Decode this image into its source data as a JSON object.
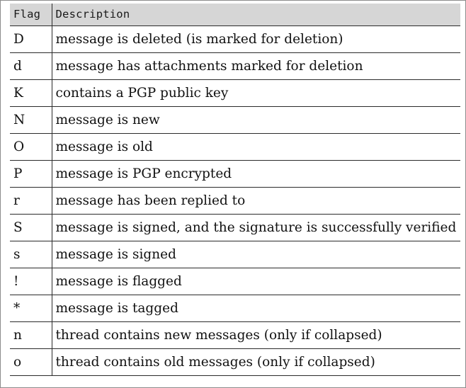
{
  "table": {
    "headers": {
      "flag": "Flag",
      "description": "Description"
    },
    "rows": [
      {
        "flag": "D",
        "description": "message is deleted (is marked for deletion)"
      },
      {
        "flag": "d",
        "description": "message has attachments marked for deletion"
      },
      {
        "flag": "K",
        "description": "contains a PGP public key"
      },
      {
        "flag": "N",
        "description": "message is new"
      },
      {
        "flag": "O",
        "description": "message is old"
      },
      {
        "flag": "P",
        "description": "message is PGP encrypted"
      },
      {
        "flag": "r",
        "description": "message has been replied to"
      },
      {
        "flag": "S",
        "description": "message is signed, and the signature is successfully verified"
      },
      {
        "flag": "s",
        "description": "message is signed"
      },
      {
        "flag": "!",
        "description": "message is flagged"
      },
      {
        "flag": "*",
        "description": "message is tagged"
      },
      {
        "flag": "n",
        "description": "thread contains new messages (only if collapsed)"
      },
      {
        "flag": "o",
        "description": "thread contains old messages (only if collapsed)"
      }
    ]
  },
  "colors": {
    "header_background": "#d6d6d6",
    "rule_color": "#2b2b2b",
    "frame_border": "#8c8c8c"
  }
}
